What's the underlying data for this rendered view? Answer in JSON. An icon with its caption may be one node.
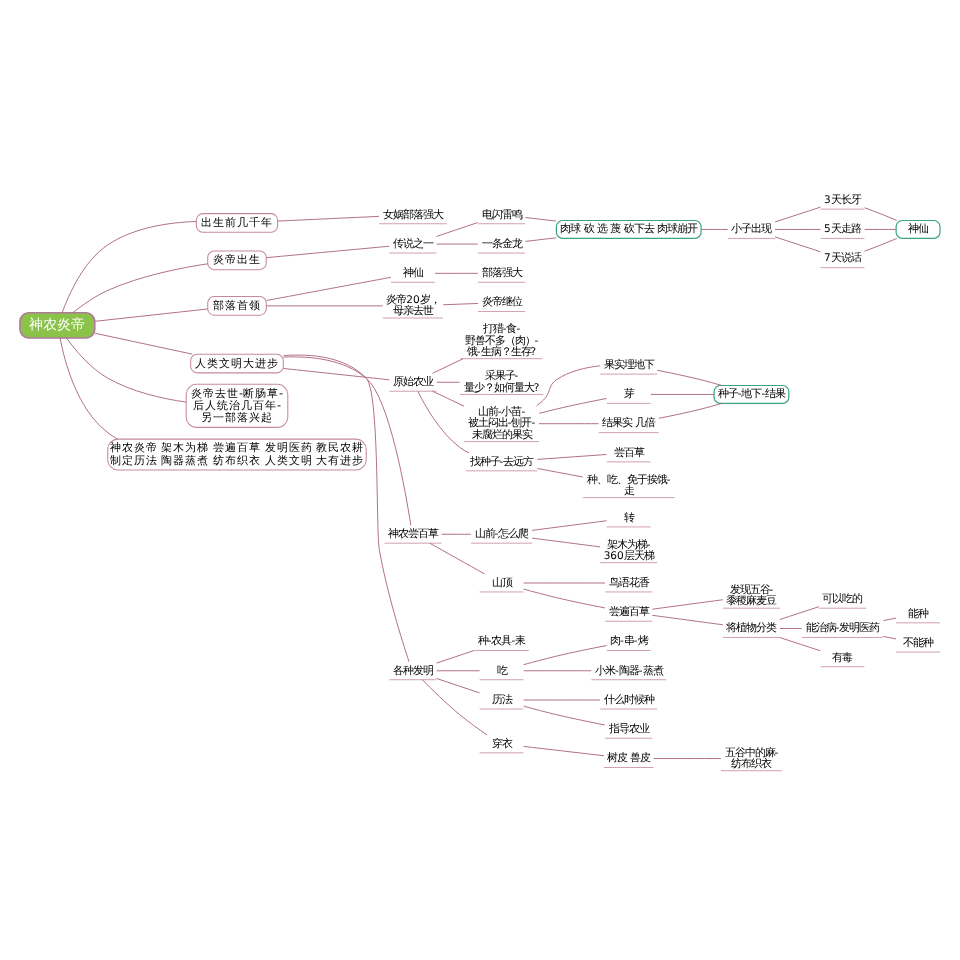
{
  "diagram": {
    "nodes": [
      {
        "text": [
          "神农炎帝"
        ]
      },
      {
        "text": [
          "出生前几千年"
        ]
      },
      {
        "text": [
          "女娲部落强大"
        ]
      },
      {
        "text": [
          "炎帝出生"
        ]
      },
      {
        "text": [
          "传说之一"
        ]
      },
      {
        "text": [
          "电闪雷鸣"
        ]
      },
      {
        "text": [
          "一条金龙"
        ]
      },
      {
        "text": [
          "肉球 砍 选 蔑 砍下去 肉球崩开"
        ]
      },
      {
        "text": [
          "小子出现"
        ]
      },
      {
        "text": [
          "3天长牙"
        ]
      },
      {
        "text": [
          "5天走路"
        ]
      },
      {
        "text": [
          "7天说话"
        ]
      },
      {
        "text": [
          "神仙"
        ]
      },
      {
        "text": [
          "部落首领"
        ]
      },
      {
        "text": [
          "神仙"
        ]
      },
      {
        "text": [
          "部落强大"
        ]
      },
      {
        "text": [
          "炎帝20岁，母亲去世"
        ]
      },
      {
        "text": [
          "炎帝继位"
        ]
      },
      {
        "text": [
          "人类文明大进步"
        ]
      },
      {
        "text": [
          "原始农业"
        ]
      },
      {
        "text": [
          "打猎-食-野兽不多（肉）-饿-生病？生存?"
        ]
      },
      {
        "text": [
          "采果子-量少？如何量大?"
        ]
      },
      {
        "text": [
          "山前-小苗-被土闷出-刨开-未腐烂的果实"
        ]
      },
      {
        "text": [
          "果实埋地下"
        ]
      },
      {
        "text": [
          "芽"
        ]
      },
      {
        "text": [
          "结果实 几倍"
        ]
      },
      {
        "text": [
          "种子-地下-结果"
        ]
      },
      {
        "text": [
          "找种子-去远方"
        ]
      },
      {
        "text": [
          "尝百草"
        ]
      },
      {
        "text": [
          "种、吃、免于挨饿-走"
        ]
      },
      {
        "text": [
          "神农尝百草"
        ]
      },
      {
        "text": [
          "山前-怎么爬"
        ]
      },
      {
        "text": [
          "转"
        ]
      },
      {
        "text": [
          "架木为梯-360层天梯"
        ]
      },
      {
        "text": [
          "山顶"
        ]
      },
      {
        "text": [
          "鸟语花香"
        ]
      },
      {
        "text": [
          "尝遍百草"
        ]
      },
      {
        "text": [
          "发现五谷-黍稷麻麦豆"
        ]
      },
      {
        "text": [
          "将植物分类"
        ]
      },
      {
        "text": [
          "可以吃的"
        ]
      },
      {
        "text": [
          "能治病-发明医药"
        ]
      },
      {
        "text": [
          "能种"
        ]
      },
      {
        "text": [
          "不能种"
        ]
      },
      {
        "text": [
          "有毒"
        ]
      },
      {
        "text": [
          "各种发明"
        ]
      },
      {
        "text": [
          "种-农具-耒"
        ]
      },
      {
        "text": [
          "吃"
        ]
      },
      {
        "text": [
          "肉-串-烤"
        ]
      },
      {
        "text": [
          "小米-陶器-蒸煮"
        ]
      },
      {
        "text": [
          "历法"
        ]
      },
      {
        "text": [
          "什么时候种"
        ]
      },
      {
        "text": [
          "指导农业"
        ]
      },
      {
        "text": [
          "穿衣"
        ]
      },
      {
        "text": [
          "树皮 兽皮"
        ]
      },
      {
        "text": [
          "五谷中的麻-纺布织衣"
        ]
      },
      {
        "text": [
          "炎帝去世-断肠草-后人统治几百年-另一部落兴起"
        ]
      },
      {
        "text": [
          "神农炎帝 架木为梯 尝遍百草 发明医药 教民农耕",
          "制定历法 陶器蒸煮 纺布织衣 人类文明 大有进步"
        ]
      }
    ],
    "edges": [
      {
        "from": 0,
        "to": 1,
        "arrow": "none"
      },
      {
        "from": 1,
        "to": 2,
        "arrow": "none"
      },
      {
        "from": 0,
        "to": 3,
        "arrow": "none"
      },
      {
        "from": 3,
        "to": 4,
        "arrow": "none"
      },
      {
        "from": 4,
        "to": 5,
        "arrow": "none"
      },
      {
        "from": 4,
        "to": 6,
        "arrow": "none"
      },
      {
        "from": 5,
        "to": 7,
        "arrow": "none"
      },
      {
        "from": 6,
        "to": 7,
        "arrow": "none"
      },
      {
        "from": 7,
        "to": 8,
        "arrow": "none"
      },
      {
        "from": 8,
        "to": 9,
        "arrow": "none"
      },
      {
        "from": 8,
        "to": 10,
        "arrow": "none"
      },
      {
        "from": 8,
        "to": 11,
        "arrow": "none"
      },
      {
        "from": 9,
        "to": 12,
        "arrow": "none"
      },
      {
        "from": 10,
        "to": 12,
        "arrow": "none"
      },
      {
        "from": 11,
        "to": 12,
        "arrow": "none"
      },
      {
        "from": 0,
        "to": 13,
        "arrow": "none"
      },
      {
        "from": 13,
        "to": 14,
        "arrow": "none"
      },
      {
        "from": 14,
        "to": 15,
        "arrow": "none"
      },
      {
        "from": 13,
        "to": 16,
        "arrow": "none"
      },
      {
        "from": 16,
        "to": 17,
        "arrow": "none"
      },
      {
        "from": 0,
        "to": 18,
        "arrow": "none"
      },
      {
        "from": 18,
        "to": 19,
        "arrow": "none"
      },
      {
        "from": 19,
        "to": 20,
        "arrow": "none"
      },
      {
        "from": 19,
        "to": 21,
        "arrow": "none"
      },
      {
        "from": 19,
        "to": 22,
        "arrow": "none"
      },
      {
        "from": 22,
        "to": 23,
        "arrow": "none"
      },
      {
        "from": 22,
        "to": 24,
        "arrow": "none"
      },
      {
        "from": 22,
        "to": 25,
        "arrow": "none"
      },
      {
        "from": 23,
        "to": 26,
        "arrow": "none"
      },
      {
        "from": 24,
        "to": 26,
        "arrow": "none"
      },
      {
        "from": 25,
        "to": 26,
        "arrow": "none"
      },
      {
        "from": 19,
        "to": 27,
        "arrow": "none"
      },
      {
        "from": 27,
        "to": 28,
        "arrow": "none"
      },
      {
        "from": 27,
        "to": 29,
        "arrow": "none"
      },
      {
        "from": 18,
        "to": 30,
        "arrow": "none"
      },
      {
        "from": 30,
        "to": 31,
        "arrow": "none"
      },
      {
        "from": 31,
        "to": 32,
        "arrow": "none"
      },
      {
        "from": 31,
        "to": 33,
        "arrow": "none"
      },
      {
        "from": 30,
        "to": 34,
        "arrow": "none"
      },
      {
        "from": 34,
        "to": 35,
        "arrow": "none"
      },
      {
        "from": 34,
        "to": 36,
        "arrow": "none"
      },
      {
        "from": 36,
        "to": 37,
        "arrow": "none"
      },
      {
        "from": 36,
        "to": 38,
        "arrow": "none"
      },
      {
        "from": 38,
        "to": 39,
        "arrow": "none"
      },
      {
        "from": 38,
        "to": 40,
        "arrow": "none"
      },
      {
        "from": 40,
        "to": 41,
        "arrow": "none"
      },
      {
        "from": 40,
        "to": 42,
        "arrow": "none"
      },
      {
        "from": 38,
        "to": 43,
        "arrow": "none"
      },
      {
        "from": 18,
        "to": 44,
        "arrow": "none"
      },
      {
        "from": 44,
        "to": 45,
        "arrow": "none"
      },
      {
        "from": 44,
        "to": 46,
        "arrow": "none"
      },
      {
        "from": 46,
        "to": 47,
        "arrow": "none"
      },
      {
        "from": 46,
        "to": 48,
        "arrow": "none"
      },
      {
        "from": 44,
        "to": 49,
        "arrow": "none"
      },
      {
        "from": 49,
        "to": 50,
        "arrow": "none"
      },
      {
        "from": 49,
        "to": 51,
        "arrow": "none"
      },
      {
        "from": 44,
        "to": 52,
        "arrow": "none"
      },
      {
        "from": 52,
        "to": 53,
        "arrow": "none"
      },
      {
        "from": 53,
        "to": 54,
        "arrow": "none"
      },
      {
        "from": 0,
        "to": 55,
        "arrow": "none"
      },
      {
        "from": 0,
        "to": 56,
        "arrow": "none"
      }
    ]
  }
}
